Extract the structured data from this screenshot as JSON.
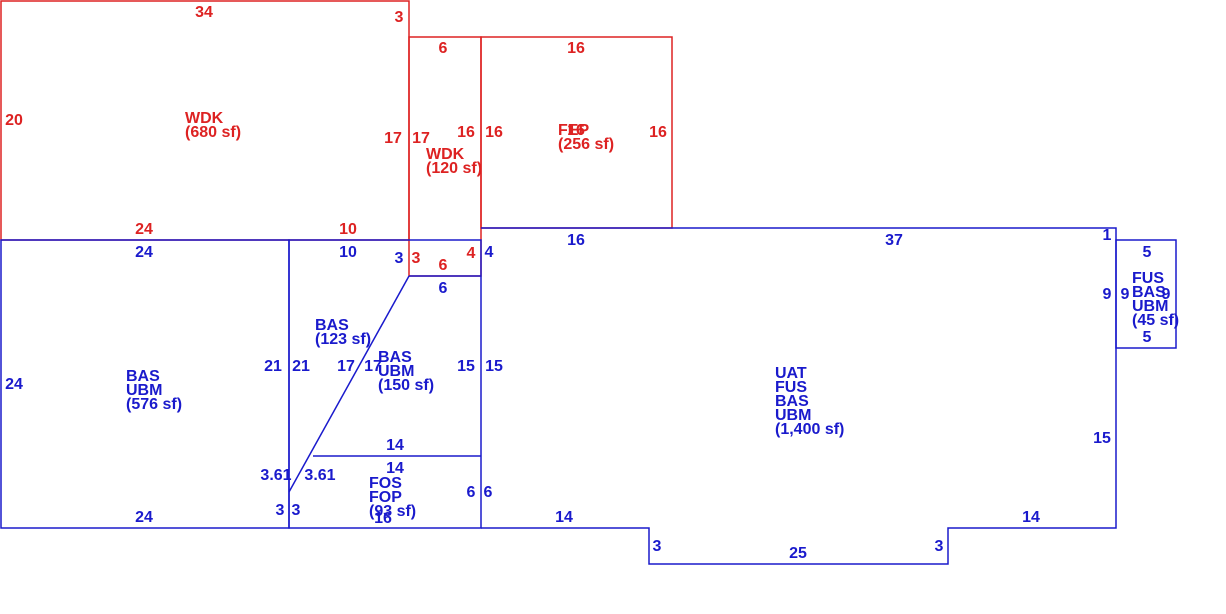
{
  "colors": {
    "red": "#dd2222",
    "blue": "#1a1acc",
    "background": "#ffffff"
  },
  "areas": [
    {
      "id": "wdk-large",
      "color": "red",
      "lines": [
        "WDK",
        "(680 sf)"
      ]
    },
    {
      "id": "wdk-small",
      "color": "red",
      "lines": [
        "WDK",
        "(120 sf)"
      ]
    },
    {
      "id": "fep",
      "color": "red",
      "lines": [
        "FEP",
        "(256 sf)"
      ]
    },
    {
      "id": "bas-left",
      "color": "blue",
      "lines": [
        "BAS",
        "UBM",
        "(576 sf)"
      ]
    },
    {
      "id": "bas-wedge",
      "color": "blue",
      "lines": [
        "BAS",
        "(123 sf)"
      ]
    },
    {
      "id": "bas-middle",
      "color": "blue",
      "lines": [
        "BAS",
        "UBM",
        "(150 sf)"
      ]
    },
    {
      "id": "fos",
      "color": "blue",
      "lines": [
        "FOS",
        "FOP",
        "(93 sf)"
      ]
    },
    {
      "id": "uat",
      "color": "blue",
      "lines": [
        "UAT",
        "FUS",
        "BAS",
        "UBM",
        "(1,400 sf)"
      ]
    },
    {
      "id": "fus-right",
      "color": "blue",
      "lines": [
        "FUS",
        "BAS",
        "UBM",
        "(45 sf)"
      ]
    }
  ],
  "dimensions": [
    {
      "text": "34",
      "color": "red"
    },
    {
      "text": "3",
      "color": "red"
    },
    {
      "text": "6",
      "color": "red"
    },
    {
      "text": "16",
      "color": "red"
    },
    {
      "text": "20",
      "color": "red"
    },
    {
      "text": "17",
      "color": "red"
    },
    {
      "text": "17",
      "color": "red"
    },
    {
      "text": "16",
      "color": "red"
    },
    {
      "text": "16",
      "color": "red"
    },
    {
      "text": "16",
      "color": "red"
    },
    {
      "text": "16",
      "color": "red"
    },
    {
      "text": "24",
      "color": "red"
    },
    {
      "text": "10",
      "color": "red"
    },
    {
      "text": "3",
      "color": "red"
    },
    {
      "text": "6",
      "color": "red"
    },
    {
      "text": "4",
      "color": "red"
    },
    {
      "text": "24",
      "color": "blue"
    },
    {
      "text": "10",
      "color": "blue"
    },
    {
      "text": "3",
      "color": "blue"
    },
    {
      "text": "4",
      "color": "blue"
    },
    {
      "text": "16",
      "color": "blue"
    },
    {
      "text": "37",
      "color": "blue"
    },
    {
      "text": "1",
      "color": "blue"
    },
    {
      "text": "5",
      "color": "blue"
    },
    {
      "text": "6",
      "color": "blue"
    },
    {
      "text": "9",
      "color": "blue"
    },
    {
      "text": "9",
      "color": "blue"
    },
    {
      "text": "9",
      "color": "blue"
    },
    {
      "text": "24",
      "color": "blue"
    },
    {
      "text": "21",
      "color": "blue"
    },
    {
      "text": "21",
      "color": "blue"
    },
    {
      "text": "17",
      "color": "blue"
    },
    {
      "text": "17",
      "color": "blue"
    },
    {
      "text": "15",
      "color": "blue"
    },
    {
      "text": "15",
      "color": "blue"
    },
    {
      "text": "5",
      "color": "blue"
    },
    {
      "text": "15",
      "color": "blue"
    },
    {
      "text": "14",
      "color": "blue"
    },
    {
      "text": "14",
      "color": "blue"
    },
    {
      "text": "3.61",
      "color": "blue"
    },
    {
      "text": "3.61",
      "color": "blue"
    },
    {
      "text": "6",
      "color": "blue"
    },
    {
      "text": "6",
      "color": "blue"
    },
    {
      "text": "3",
      "color": "blue"
    },
    {
      "text": "3",
      "color": "blue"
    },
    {
      "text": "24",
      "color": "blue"
    },
    {
      "text": "16",
      "color": "blue"
    },
    {
      "text": "14",
      "color": "blue"
    },
    {
      "text": "14",
      "color": "blue"
    },
    {
      "text": "3",
      "color": "blue"
    },
    {
      "text": "3",
      "color": "blue"
    },
    {
      "text": "25",
      "color": "blue"
    }
  ]
}
